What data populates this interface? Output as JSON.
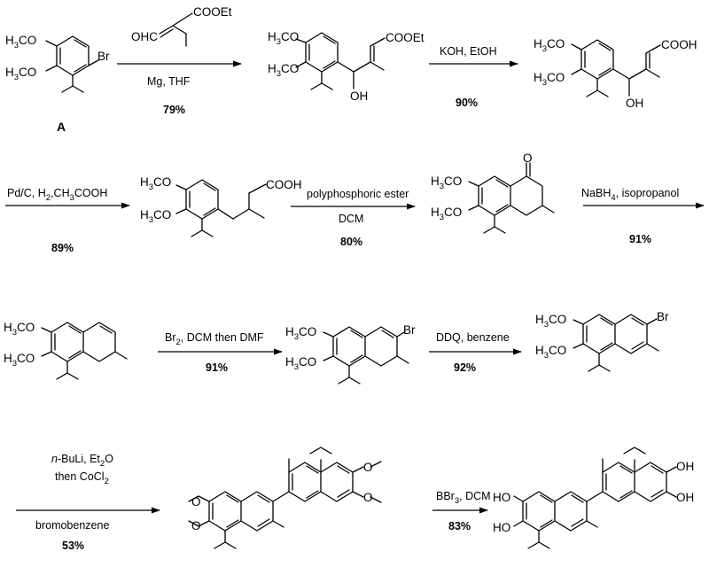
{
  "atoms": {
    "och3_a": "H",
    "och3_b": "CO",
    "och3_sub": "3",
    "och3_left_a": "H",
    "och3_left_b": "CO",
    "ome_single": "O",
    "br": "Br",
    "oh": "OH",
    "o_ketone": "O",
    "cooet": "COOEt",
    "cooh": "COOH",
    "ohc": "OHC",
    "ho": "HO"
  },
  "compound_label": "A",
  "steps": [
    {
      "reagent_top": "",
      "reagent_bottom": "Mg, THF",
      "yield": "79%"
    },
    {
      "reagent_top": "KOH, EtOH",
      "reagent_bottom": "",
      "yield": "90%"
    },
    {
      "reagent_top": "Pd/C, H",
      "reagent_top_sub": "2",
      "reagent_top_rest": ",CH",
      "reagent_top_sub2": "3",
      "reagent_top_end": "COOH",
      "yield": "89%"
    },
    {
      "reagent_top": "polyphosphoric ester",
      "reagent_bottom": "DCM",
      "yield": "80%"
    },
    {
      "reagent_top": "NaBH",
      "reagent_top_sub": "4",
      "reagent_top_rest": ", isopropanol",
      "yield": "91%"
    },
    {
      "reagent_top": "Br",
      "reagent_top_sub": "2",
      "reagent_top_rest": ", DCM then DMF",
      "yield": "91%"
    },
    {
      "reagent_top": "DDQ, benzene",
      "yield": "92%"
    },
    {
      "reagent_line1_italic": "n",
      "reagent_line1": "-BuLi, Et",
      "reagent_line1_sub": "2",
      "reagent_line1_end": "O",
      "reagent_line2": "then CoCl",
      "reagent_line2_sub": "2",
      "reagent_line3": "bromobenzene",
      "yield": "53%"
    },
    {
      "reagent_top": "BBr",
      "reagent_top_sub": "3",
      "reagent_top_rest": ", DCM",
      "yield": "83%"
    }
  ]
}
